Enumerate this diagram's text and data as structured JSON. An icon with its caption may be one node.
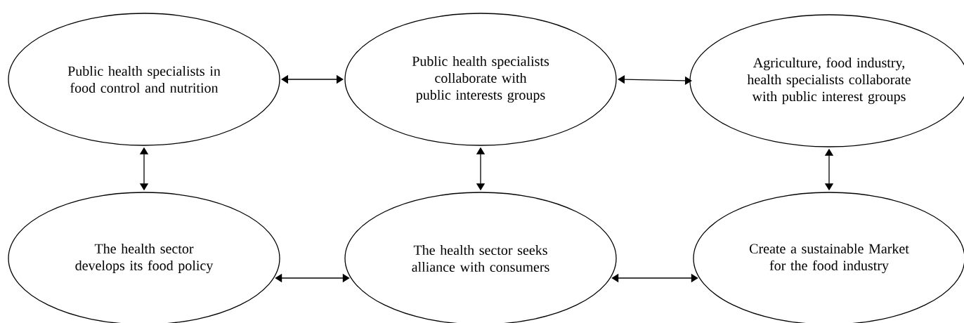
{
  "diagram": {
    "nodes": [
      {
        "text": [
          "Public health specialists in food control and nutrition"
        ]
      },
      {
        "text": [
          "Public health specialists collaborate with public interests groups"
        ]
      },
      {
        "text": [
          "Agriculture, food industry, health specialists collaborate with public interest groups"
        ]
      },
      {
        "text": [
          "The health sector develops its food policy"
        ]
      },
      {
        "text": [
          "The health sector seeks alliance with consumers"
        ]
      },
      {
        "text": [
          "Create a sustainable Market for the food industry"
        ]
      }
    ],
    "edges": [
      {
        "from": 0,
        "to": 1,
        "arrow": "both"
      },
      {
        "from": 1,
        "to": 2,
        "arrow": "both"
      },
      {
        "from": 0,
        "to": 3,
        "arrow": "both"
      },
      {
        "from": 1,
        "to": 4,
        "arrow": "both"
      },
      {
        "from": 2,
        "to": 5,
        "arrow": "both"
      },
      {
        "from": 3,
        "to": 4,
        "arrow": "both"
      },
      {
        "from": 4,
        "to": 5,
        "arrow": "both"
      }
    ]
  }
}
